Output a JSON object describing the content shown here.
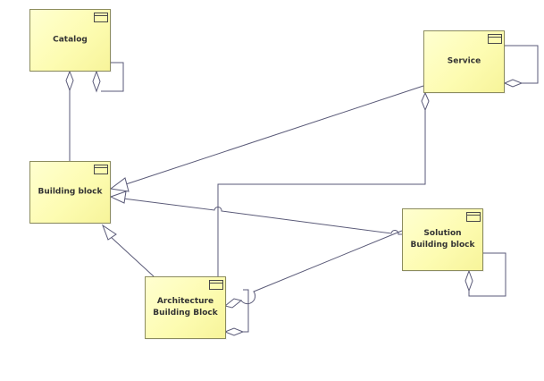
{
  "diagram": {
    "nodes": {
      "catalog": {
        "label": "Catalog",
        "icon": "class-icon"
      },
      "service": {
        "label": "Service",
        "icon": "class-icon"
      },
      "building_block": {
        "label": "Building block",
        "icon": "class-icon"
      },
      "solution_building_block": {
        "label": "Solution Building block",
        "icon": "class-icon"
      },
      "architecture_building_block": {
        "label": "Architecture Building Block",
        "icon": "class-icon"
      }
    },
    "connectors": [
      {
        "from": "catalog",
        "to": "building_block",
        "type": "aggregation"
      },
      {
        "from": "catalog",
        "to": "catalog",
        "type": "aggregation-self"
      },
      {
        "from": "service",
        "to": "building_block",
        "type": "generalization"
      },
      {
        "from": "service",
        "to": "service",
        "type": "aggregation-self"
      },
      {
        "from": "service",
        "to": "architecture_building_block",
        "type": "aggregation"
      },
      {
        "from": "solution_building_block",
        "to": "building_block",
        "type": "generalization"
      },
      {
        "from": "solution_building_block",
        "to": "solution_building_block",
        "type": "aggregation-self"
      },
      {
        "from": "architecture_building_block",
        "to": "building_block",
        "type": "generalization"
      },
      {
        "from": "architecture_building_block",
        "to": "solution_building_block",
        "type": "aggregation"
      },
      {
        "from": "architecture_building_block",
        "to": "architecture_building_block",
        "type": "aggregation-self"
      }
    ],
    "colors": {
      "node_fill": "#fdfcb2",
      "node_border": "#8c8c5e",
      "connector": "#5a5a78",
      "diamond_fill": "#ffffff",
      "label_text": "#333333"
    }
  }
}
